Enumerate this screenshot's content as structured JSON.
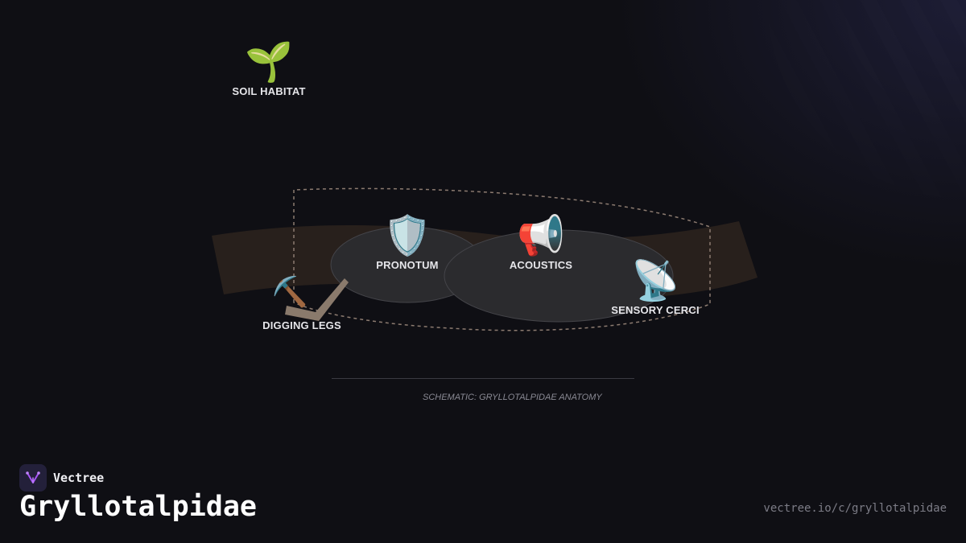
{
  "nodes": {
    "soil_habitat": {
      "icon": "seedling-icon",
      "glyph": "🌱",
      "label": "SOIL HABITAT"
    },
    "pronotum": {
      "icon": "shield-icon",
      "glyph": "🛡️",
      "label": "PRONOTUM"
    },
    "acoustics": {
      "icon": "megaphone-icon",
      "glyph": "📢",
      "label": "ACOUSTICS"
    },
    "sensory_cerci": {
      "icon": "satellite-antenna-icon",
      "glyph": "📡",
      "label": "SENSORY CERCI"
    },
    "digging_legs": {
      "icon": "pickaxe-icon",
      "glyph": "⛏️",
      "label": "DIGGING LEGS"
    }
  },
  "caption": "SCHEMATIC: GRYLLOTALPIDAE ANATOMY",
  "footer": {
    "brand": "Vectree",
    "title": "Gryllotalpidae",
    "url": "vectree.io/c/gryllotalpidae"
  },
  "colors": {
    "background": "#0f0f14",
    "band": "#2a221c",
    "ellipse_fill": "#2b2b2e",
    "dashed_outline": "#8c7b70",
    "brand_accent": "#a855f7"
  }
}
